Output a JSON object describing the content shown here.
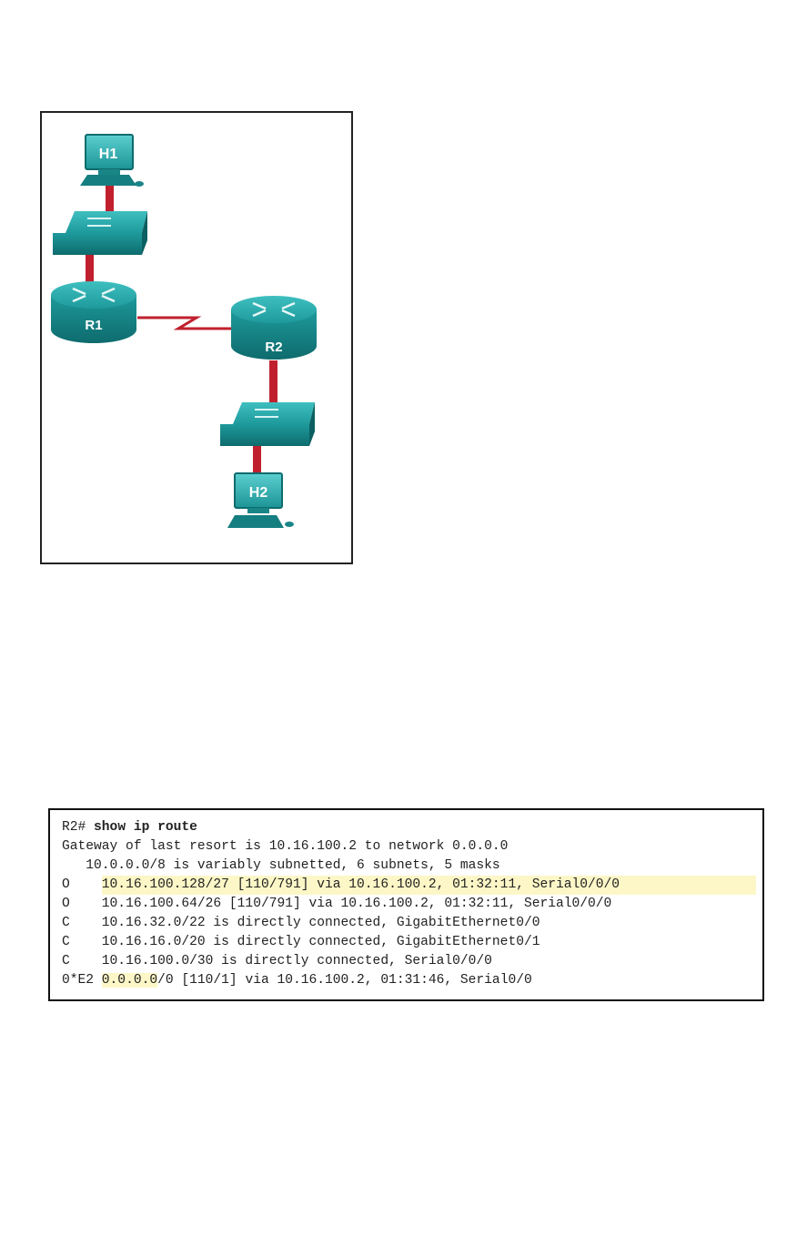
{
  "topology": {
    "devices": {
      "h1": "H1",
      "r1": "R1",
      "r2": "R2",
      "h2": "H2"
    },
    "colors": {
      "device": "#1e9a9c",
      "device_dark": "#0f6f72",
      "link": "#c0202e"
    }
  },
  "route_output": {
    "prompt": "R2#",
    "command": "show ip route",
    "gateway": "Gateway of last resort is 10.16.100.2 to network 0.0.0.0",
    "summary": "   10.0.0.0/8 is variably subnetted, 6 subnets, 5 masks",
    "routes": [
      {
        "code": "O   ",
        "text": "10.16.100.128/27 [110/791] via 10.16.100.2, 01:32:11, Serial0/0/0"
      },
      {
        "code": "O   ",
        "text": "10.16.100.64/26 [110/791] via 10.16.100.2, 01:32:11, Serial0/0/0"
      },
      {
        "code": "C   ",
        "text": "10.16.32.0/22 is directly connected, GigabitEthernet0/0"
      },
      {
        "code": "C   ",
        "text": "10.16.16.0/20 is directly connected, GigabitEthernet0/1"
      },
      {
        "code": "C   ",
        "text": "10.16.100.0/30 is directly connected, Serial0/0/0"
      }
    ],
    "default_route": {
      "code": "0*E2",
      "network": "0.0.0.0",
      "rest": "/0 [110/1] via 10.16.100.2, 01:31:46, Serial0/0"
    },
    "highlight_color": "#fdf7c7"
  }
}
